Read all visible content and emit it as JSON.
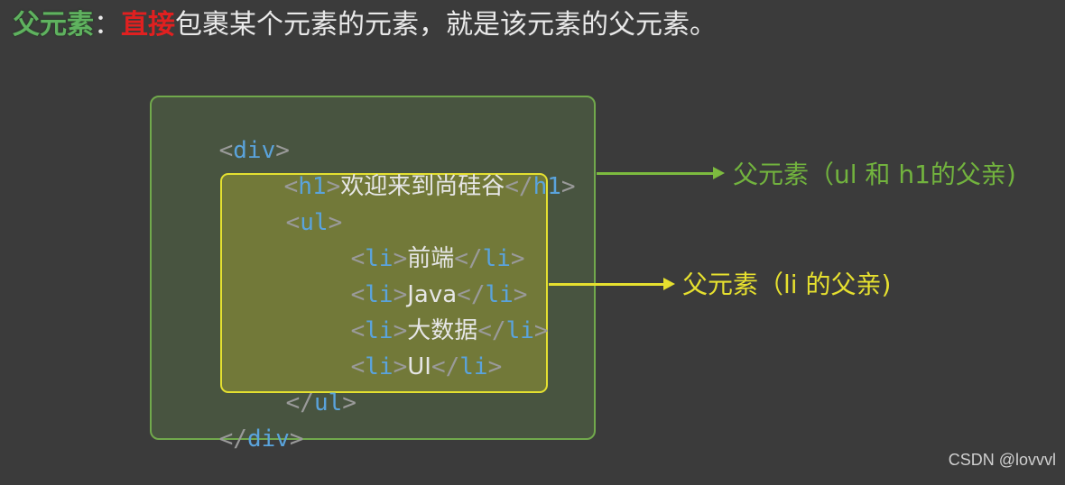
{
  "heading": {
    "term": "父元素",
    "colon": "：",
    "emphasis": "直接",
    "rest": "包裹某个元素的元素，就是该元素的父元素。"
  },
  "code": {
    "lines": [
      {
        "open": "<",
        "tag": "div",
        "close": ">",
        "text": "",
        "open2": "",
        "tag2": "",
        "close2": ""
      },
      {
        "open": "<",
        "tag": "h1",
        "close": ">",
        "text": "欢迎来到尚硅谷",
        "open2": "</",
        "tag2": "h1",
        "close2": ">"
      },
      {
        "open": "<",
        "tag": "ul",
        "close": ">",
        "text": "",
        "open2": "",
        "tag2": "",
        "close2": ""
      },
      {
        "open": "<",
        "tag": "li",
        "close": ">",
        "text": "前端",
        "open2": "</",
        "tag2": "li",
        "close2": ">"
      },
      {
        "open": "<",
        "tag": "li",
        "close": ">",
        "text": "Java",
        "open2": "</",
        "tag2": "li",
        "close2": ">"
      },
      {
        "open": "<",
        "tag": "li",
        "close": ">",
        "text": "大数据",
        "open2": "</",
        "tag2": "li",
        "close2": ">"
      },
      {
        "open": "<",
        "tag": "li",
        "close": ">",
        "text": "UI",
        "open2": "</",
        "tag2": "li",
        "close2": ">"
      },
      {
        "open": "</",
        "tag": "ul",
        "close": ">",
        "text": "",
        "open2": "",
        "tag2": "",
        "close2": ""
      },
      {
        "open": "</",
        "tag": "div",
        "close": ">",
        "text": "",
        "open2": "",
        "tag2": "",
        "close2": ""
      }
    ]
  },
  "labels": {
    "outer_parent": "父元素（ul 和 h1的父亲)",
    "inner_parent": "父元素（li 的父亲)"
  },
  "watermark": "CSDN @lovvvl",
  "colors": {
    "term_green": "#5fb25f",
    "emphasis_red": "#e02020",
    "outer_border": "#71a94c",
    "inner_border": "#e4e030",
    "tag_blue": "#5aa3dc"
  }
}
